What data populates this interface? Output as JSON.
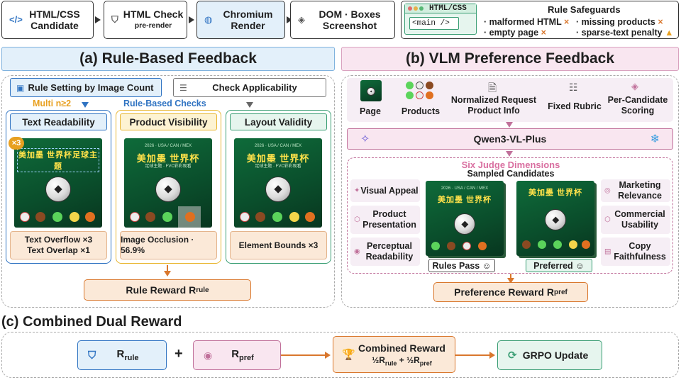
{
  "pipeline": {
    "candidate": {
      "line1": "HTML/CSS",
      "line2": "Candidate"
    },
    "html_check": {
      "line1": "HTML Check",
      "line2": "pre-render"
    },
    "chromium": {
      "line1": "Chromium",
      "line2": "Render"
    },
    "dom": {
      "line1": "DOM · Boxes",
      "line2": "Screenshot"
    },
    "code_window": {
      "title": "HTML/CSS",
      "code": "<main />"
    }
  },
  "safeguards": {
    "title": "Rule Safeguards",
    "items": [
      "· malformed HTML",
      "· missing products",
      "· empty page",
      "· sparse-text penalty"
    ]
  },
  "section_a": {
    "title": "(a) Rule-Based Feedback",
    "rule_setting": "Rule Setting by Image Count",
    "check_applicability": "Check Applicability",
    "multi": "Multi n≥2",
    "rule_checks": "Rule-Based Checks",
    "cards": [
      {
        "header": "Text Readability",
        "caption1": "Text Overflow ×3",
        "caption2": "Text Overlap ×1",
        "badge": "×3"
      },
      {
        "header": "Product Visibility",
        "caption1": "Image Occlusion · 56.9%"
      },
      {
        "header": "Layout Validity",
        "caption1": "Element Bounds ×3"
      }
    ],
    "reward_base": "Rule Reward R",
    "reward_sub": "rule"
  },
  "poster": {
    "t1": "2026 · USA / CAN / MEX",
    "t2": "美加墨 世界杯",
    "t2_variant": "美加墨 世界杯足球主题",
    "t3": "足球主题 · FVC彩彩观看"
  },
  "section_b": {
    "title": "(b) VLM Preference Feedback",
    "inputs": [
      {
        "label": "Page"
      },
      {
        "label": "Products"
      },
      {
        "label": "Normalized Request",
        "label2": "Product Info"
      },
      {
        "label": "Fixed Rubric"
      },
      {
        "label": "Per-Candidate",
        "label2": "Scoring"
      }
    ],
    "model": "Qwen3-VL-Plus",
    "six_dims": "Six Judge Dimensions",
    "sampled": "Sampled Candidates",
    "dims_left": [
      {
        "l1": "Visual Appeal"
      },
      {
        "l1": "Product",
        "l2": "Presentation"
      },
      {
        "l1": "Perceptual",
        "l2": "Readability"
      }
    ],
    "dims_right": [
      {
        "l1": "Marketing",
        "l2": "Relevance"
      },
      {
        "l1": "Commercial",
        "l2": "Usability"
      },
      {
        "l1": "Copy",
        "l2": "Faithfulness"
      }
    ],
    "rules_pass": "Rules Pass ☺",
    "preferred": "Preferred ☺",
    "reward_base": "Preference Reward R",
    "reward_sub": "pref"
  },
  "section_c": {
    "title": "(c) Combined Dual Reward",
    "r_rule_base": "R",
    "r_rule_sub": "rule",
    "plus": "+",
    "r_pref_base": "R",
    "r_pref_sub": "pref",
    "combined": "Combined Reward",
    "formula_a": "½R",
    "formula_a_sub": "rule",
    "formula_plus": " + ½R",
    "formula_b_sub": "pref",
    "grpo": "GRPO Update"
  },
  "colors": {
    "blue_fill": "#e3f0fa",
    "blue_border": "#2f73c2",
    "orange_fill": "#fbe9d8",
    "orange_border": "#d9772d",
    "green_fill": "#e6f5ee",
    "green_border": "#3a9e74",
    "pink_fill": "#f9e6f0",
    "pink_border": "#c0709a",
    "yellow_border": "#e8b630"
  }
}
